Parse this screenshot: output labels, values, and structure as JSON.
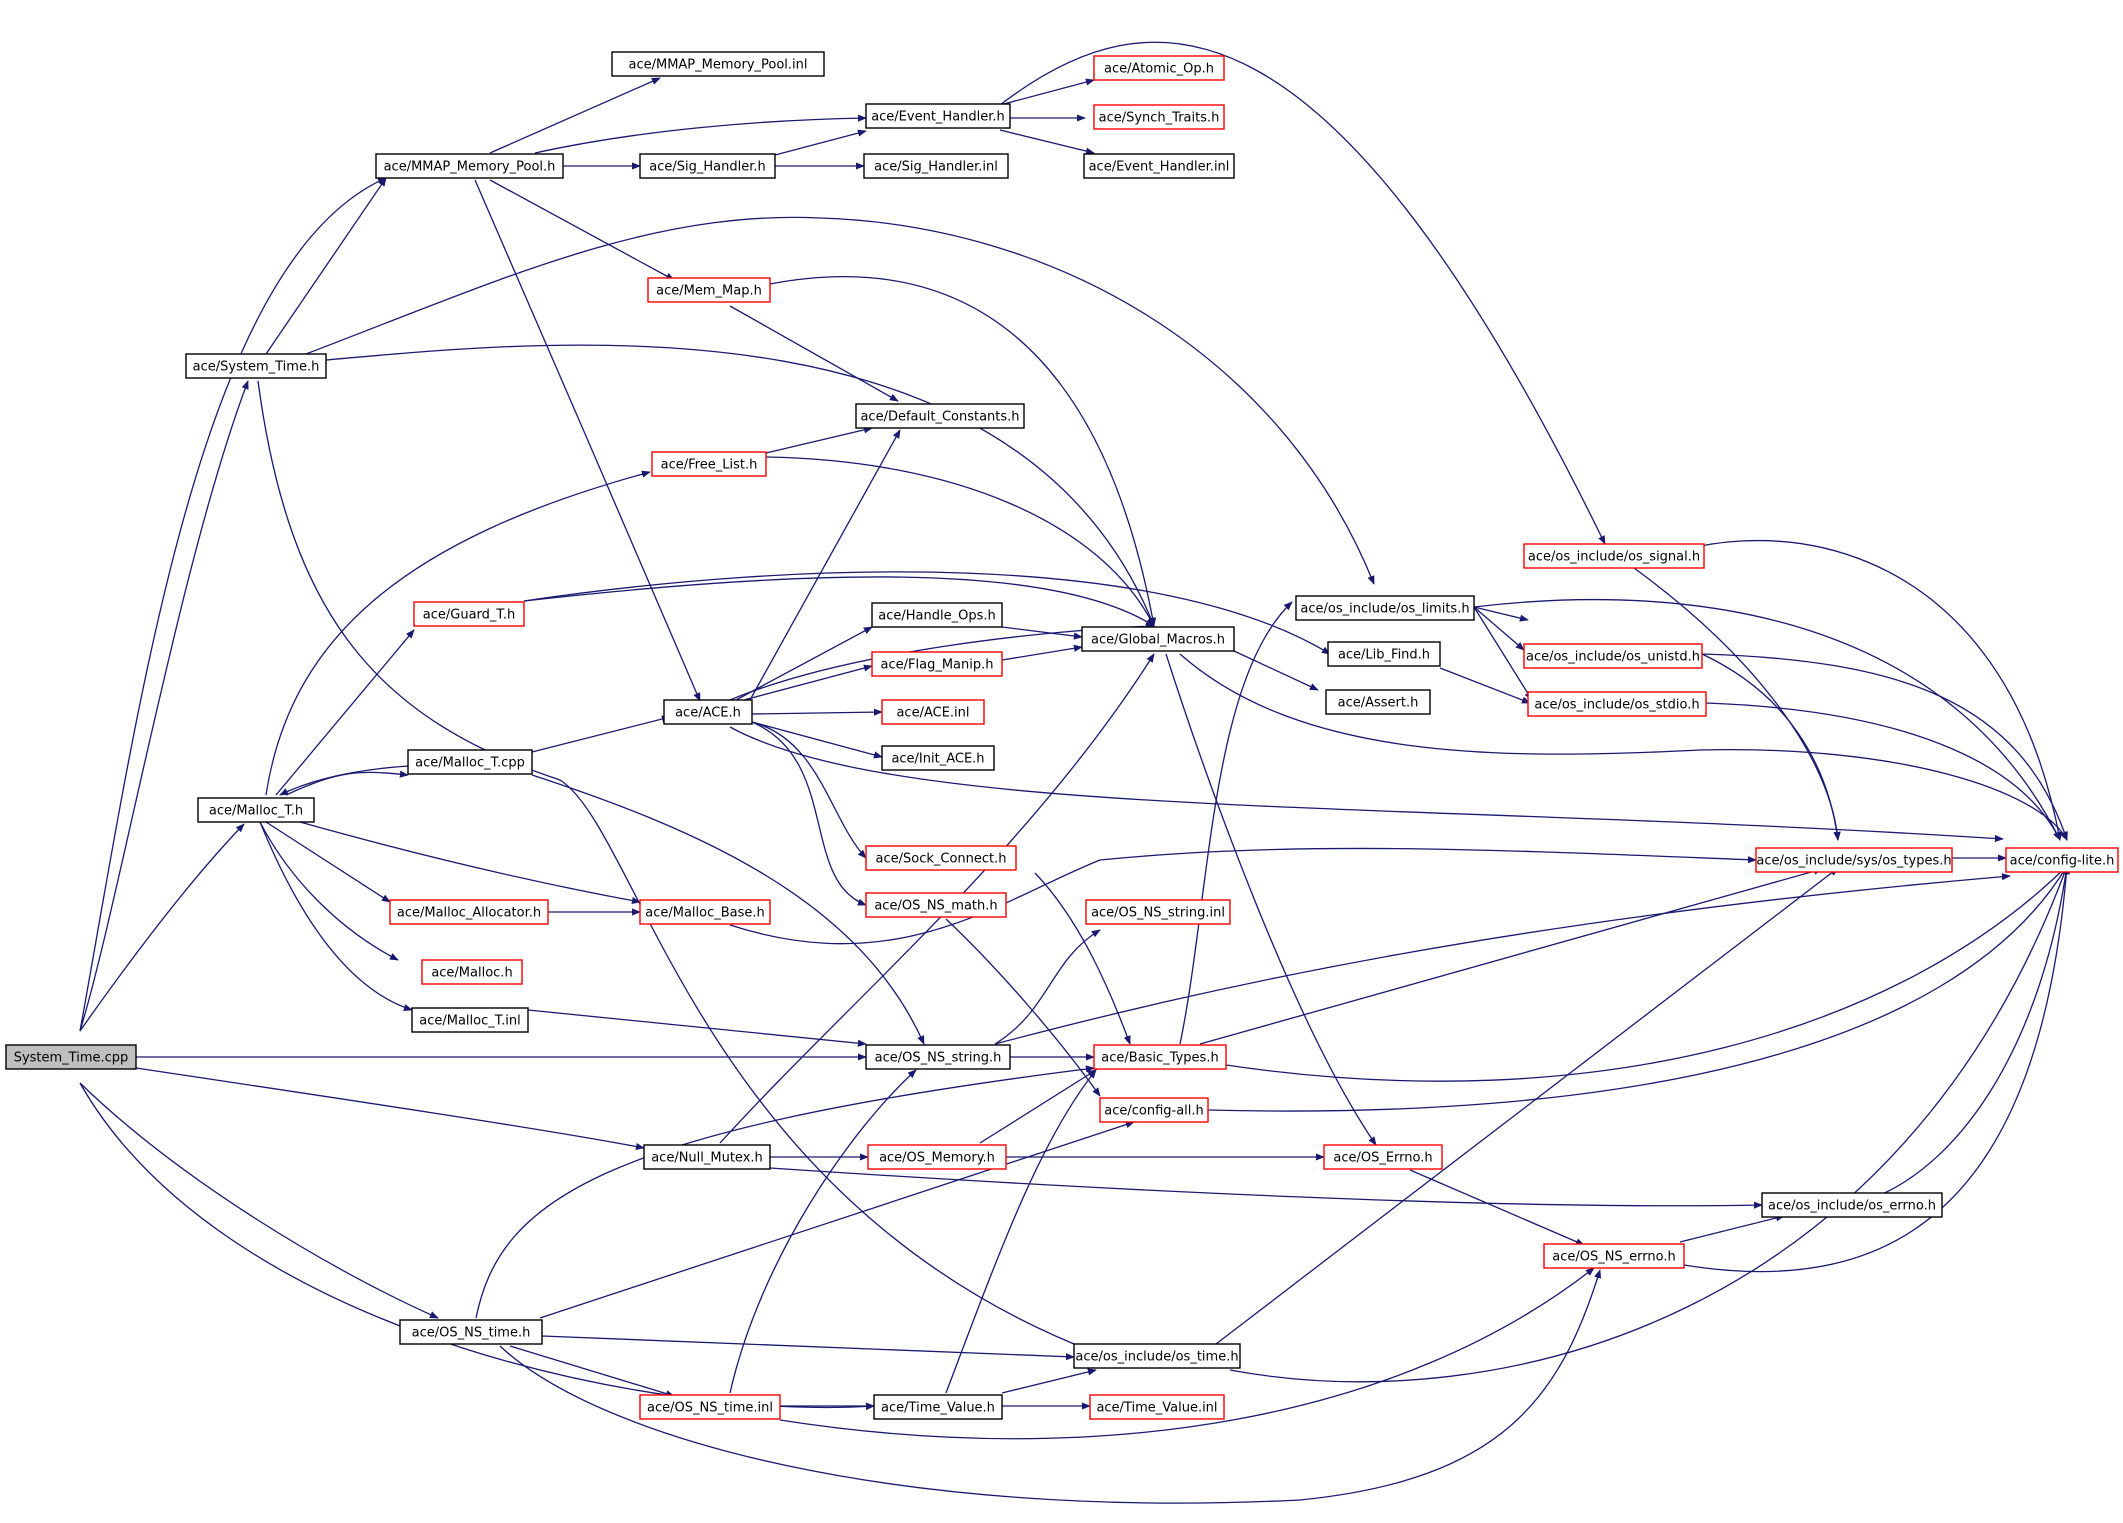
{
  "colors": {
    "edge": "#191970",
    "box_border": "#000000",
    "incomplete_border": "#ff0000",
    "root_fill": "#bfbfbf"
  },
  "nodes": {
    "system_time_cpp": {
      "label": "System_Time.cpp",
      "style": "root"
    },
    "mmap_memory_pool_inl": {
      "label": "ace/MMAP_Memory_Pool.inl",
      "style": "normal"
    },
    "atomic_op_h": {
      "label": "ace/Atomic_Op.h",
      "style": "incomplete"
    },
    "event_handler_h": {
      "label": "ace/Event_Handler.h",
      "style": "normal"
    },
    "synch_traits_h": {
      "label": "ace/Synch_Traits.h",
      "style": "incomplete"
    },
    "mmap_memory_pool_h": {
      "label": "ace/MMAP_Memory_Pool.h",
      "style": "normal"
    },
    "sig_handler_h": {
      "label": "ace/Sig_Handler.h",
      "style": "normal"
    },
    "sig_handler_inl": {
      "label": "ace/Sig_Handler.inl",
      "style": "normal"
    },
    "event_handler_inl": {
      "label": "ace/Event_Handler.inl",
      "style": "normal"
    },
    "mem_map_h": {
      "label": "ace/Mem_Map.h",
      "style": "incomplete"
    },
    "system_time_h": {
      "label": "ace/System_Time.h",
      "style": "normal"
    },
    "default_constants_h": {
      "label": "ace/Default_Constants.h",
      "style": "normal"
    },
    "free_list_h": {
      "label": "ace/Free_List.h",
      "style": "incomplete"
    },
    "os_signal_h": {
      "label": "ace/os_include/os_signal.h",
      "style": "incomplete"
    },
    "os_limits_h": {
      "label": "ace/os_include/os_limits.h",
      "style": "normal"
    },
    "guard_t_h": {
      "label": "ace/Guard_T.h",
      "style": "incomplete"
    },
    "handle_ops_h": {
      "label": "ace/Handle_Ops.h",
      "style": "normal"
    },
    "global_macros_h": {
      "label": "ace/Global_Macros.h",
      "style": "normal"
    },
    "lib_find_h": {
      "label": "ace/Lib_Find.h",
      "style": "normal"
    },
    "os_unistd_h": {
      "label": "ace/os_include/os_unistd.h",
      "style": "incomplete"
    },
    "flag_manip_h": {
      "label": "ace/Flag_Manip.h",
      "style": "incomplete"
    },
    "ace_h": {
      "label": "ace/ACE.h",
      "style": "normal"
    },
    "ace_inl": {
      "label": "ace/ACE.inl",
      "style": "incomplete"
    },
    "assert_h": {
      "label": "ace/Assert.h",
      "style": "normal"
    },
    "os_stdio_h": {
      "label": "ace/os_include/os_stdio.h",
      "style": "incomplete"
    },
    "malloc_t_cpp": {
      "label": "ace/Malloc_T.cpp",
      "style": "normal"
    },
    "init_ace_h": {
      "label": "ace/Init_ACE.h",
      "style": "normal"
    },
    "malloc_t_h": {
      "label": "ace/Malloc_T.h",
      "style": "normal"
    },
    "sock_connect_h": {
      "label": "ace/Sock_Connect.h",
      "style": "incomplete"
    },
    "os_types_h": {
      "label": "ace/os_include/sys/os_types.h",
      "style": "incomplete"
    },
    "config_lite_h": {
      "label": "ace/config-lite.h",
      "style": "incomplete"
    },
    "malloc_allocator_h": {
      "label": "ace/Malloc_Allocator.h",
      "style": "incomplete"
    },
    "malloc_base_h": {
      "label": "ace/Malloc_Base.h",
      "style": "incomplete"
    },
    "os_ns_math_h": {
      "label": "ace/OS_NS_math.h",
      "style": "incomplete"
    },
    "os_ns_string_inl": {
      "label": "ace/OS_NS_string.inl",
      "style": "incomplete"
    },
    "malloc_h": {
      "label": "ace/Malloc.h",
      "style": "incomplete"
    },
    "malloc_t_inl": {
      "label": "ace/Malloc_T.inl",
      "style": "normal"
    },
    "os_ns_string_h": {
      "label": "ace/OS_NS_string.h",
      "style": "normal"
    },
    "basic_types_h": {
      "label": "ace/Basic_Types.h",
      "style": "incomplete"
    },
    "config_all_h": {
      "label": "ace/config-all.h",
      "style": "incomplete"
    },
    "null_mutex_h": {
      "label": "ace/Null_Mutex.h",
      "style": "normal"
    },
    "os_memory_h": {
      "label": "ace/OS_Memory.h",
      "style": "incomplete"
    },
    "os_errno_cap_h": {
      "label": "ace/OS_Errno.h",
      "style": "incomplete"
    },
    "os_errno_h": {
      "label": "ace/os_include/os_errno.h",
      "style": "normal"
    },
    "os_ns_errno_h": {
      "label": "ace/OS_NS_errno.h",
      "style": "incomplete"
    },
    "os_ns_time_h": {
      "label": "ace/OS_NS_time.h",
      "style": "normal"
    },
    "os_time_h": {
      "label": "ace/os_include/os_time.h",
      "style": "normal"
    },
    "os_ns_time_inl": {
      "label": "ace/OS_NS_time.inl",
      "style": "incomplete"
    },
    "time_value_h": {
      "label": "ace/Time_Value.h",
      "style": "normal"
    },
    "time_value_inl": {
      "label": "ace/Time_Value.inl",
      "style": "incomplete"
    }
  }
}
